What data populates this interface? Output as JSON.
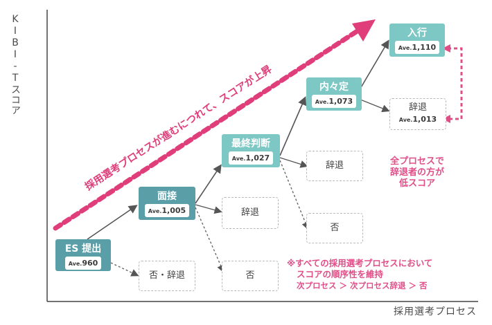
{
  "axes": {
    "y_label": "KIBI-Tスコア",
    "x_label": "採用選考プロセス"
  },
  "arrow_text": "採用選考プロセスが進むにつれて、スコアが上昇",
  "stages": {
    "es": {
      "title": "ES 提出",
      "ave_prefix": "Ave.",
      "ave_value": "960"
    },
    "interview": {
      "title": "面接",
      "ave_prefix": "Ave.",
      "ave_value": "1,005"
    },
    "final": {
      "title": "最終判断",
      "ave_prefix": "Ave.",
      "ave_value": "1,027"
    },
    "offer": {
      "title": "内々定",
      "ave_prefix": "Ave.",
      "ave_value": "1,073"
    },
    "join": {
      "title": "入行",
      "ave_prefix": "Ave.",
      "ave_value": "1,110"
    }
  },
  "outcomes": {
    "es_reject": "否・辞退",
    "interview_decline": "辞退",
    "interview_reject": "否",
    "final_decline": "辞退",
    "final_reject": "否",
    "offer_decline": {
      "label": "辞退",
      "ave_prefix": "Ave.",
      "ave_value": "1,013"
    }
  },
  "side_note": [
    "全プロセスで",
    "辞退者の方が",
    "低スコア"
  ],
  "bottom_note": [
    "※すべての採用選考プロセスにおいて",
    "スコアの順序性を維持",
    "次プロセス ＞ 次プロセス辞退 ＞ 否"
  ],
  "colors": {
    "dark_box": "#5a9ea8",
    "teal_box": "#7dc8c4",
    "accent_pink": "#e03e7a",
    "dashed_border": "#b9b9b9"
  }
}
